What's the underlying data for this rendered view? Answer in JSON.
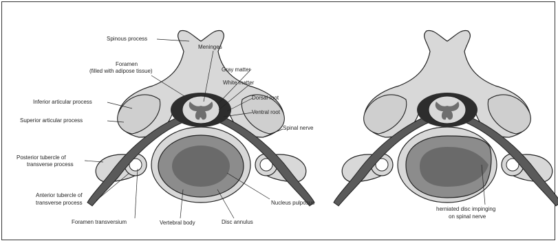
{
  "left_figure": {
    "labels": {
      "spinous_process": "Spinous process",
      "foramen_1": "Foramen",
      "foramen_2": "(filled with adipose tissue)",
      "meninges": "Meninges",
      "gray_matter": "Gray matter",
      "white_matter": "White matter",
      "dorsal_root": "Dorsal root",
      "ventral_root": "Ventral root",
      "spinal_nerve": "Spinal nerve",
      "inferior_articular": "Inferior articular process",
      "superior_articular": "Superior articular process",
      "posterior_tubercle_1": "Posterior tubercle of",
      "posterior_tubercle_2": "transverse process",
      "anterior_tubercle_1": "Anterior tubercle of",
      "anterior_tubercle_2": "transverse process",
      "foramen_transversium": "Foramen transversium",
      "vertebral_body": "Vertebral body",
      "disc_annulus": "Disc annulus",
      "nucleus_pulposus": "Nucleus pulposus"
    }
  },
  "right_figure": {
    "labels": {
      "herniated_1": "herniated disc impinging",
      "herniated_2": "on spinal nerve"
    }
  }
}
